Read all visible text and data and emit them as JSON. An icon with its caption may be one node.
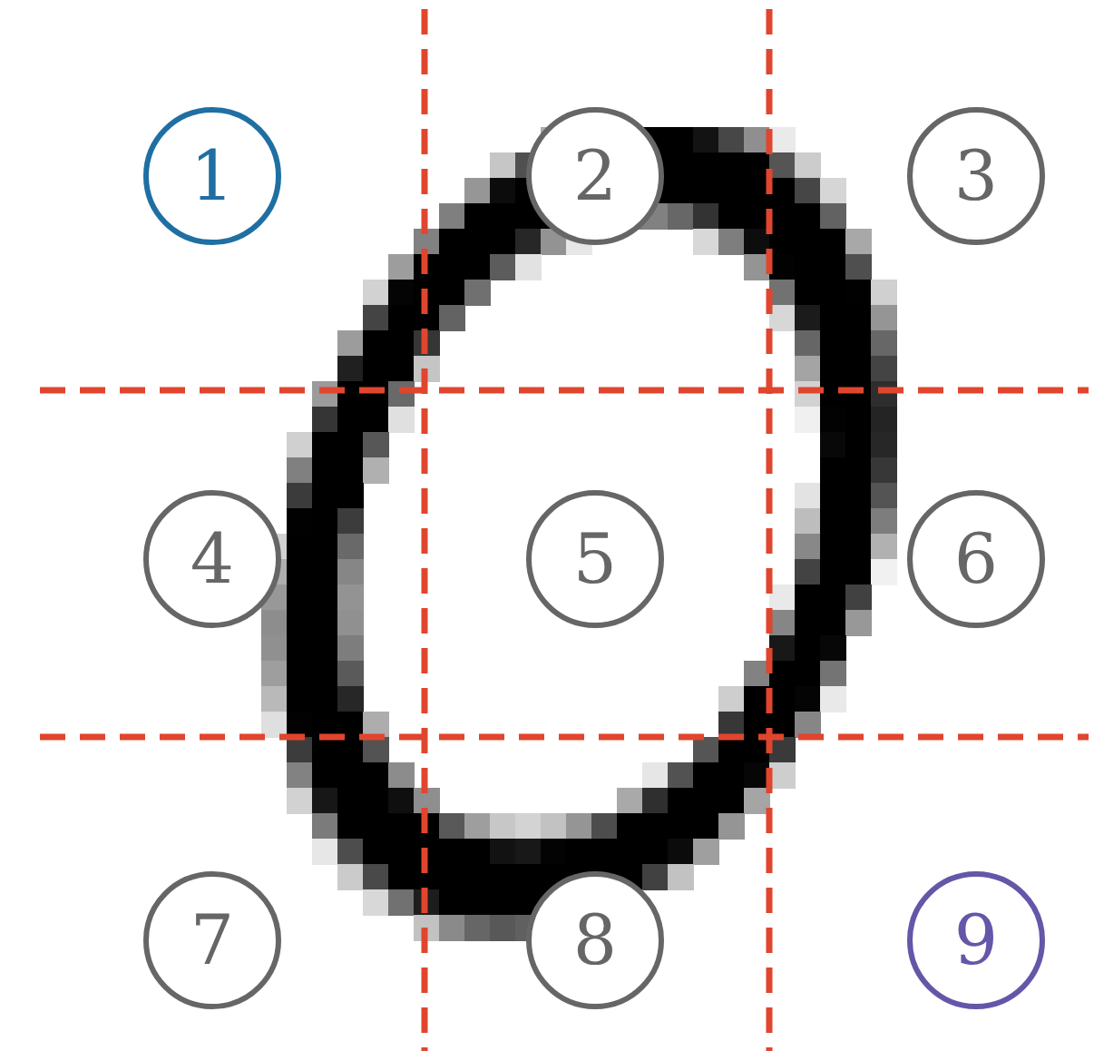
{
  "diagram": {
    "nodes": [
      {
        "text": [
          "1"
        ]
      },
      {
        "text": [
          "2"
        ]
      },
      {
        "text": [
          "3"
        ]
      },
      {
        "text": [
          "4"
        ]
      },
      {
        "text": [
          "5"
        ]
      },
      {
        "text": [
          "6"
        ]
      },
      {
        "text": [
          "7"
        ]
      },
      {
        "text": [
          "8"
        ]
      },
      {
        "text": [
          "9"
        ]
      }
    ]
  }
}
